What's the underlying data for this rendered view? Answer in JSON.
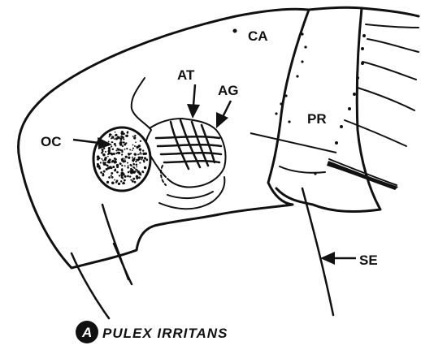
{
  "figure": {
    "caption_badge": "A",
    "caption": "PULEX IRRITANS",
    "labels": {
      "ca": "CA",
      "at": "AT",
      "ag": "AG",
      "oc": "OC",
      "pr": "PR",
      "se": "SE"
    }
  }
}
